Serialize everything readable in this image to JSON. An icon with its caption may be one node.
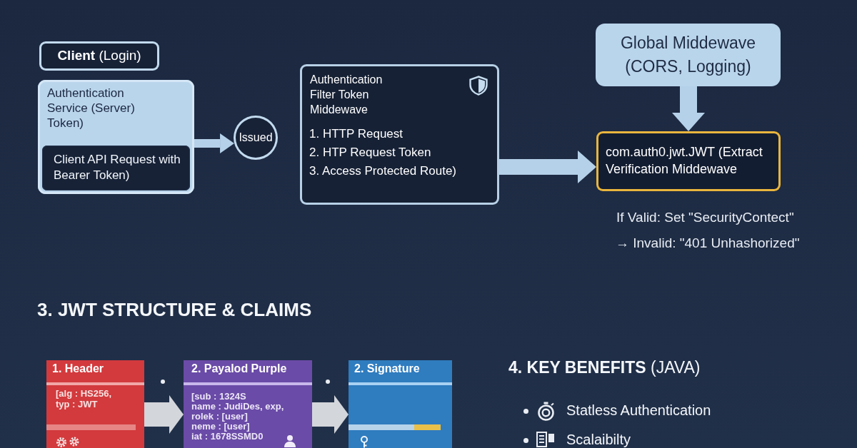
{
  "diagram": {
    "nodes": [
      {
        "text": [
          "**Client** (Login)"
        ]
      },
      {
        "text": [
          "Authentication Service (Server) Token)"
        ]
      },
      {
        "text": [
          "Client API Request with Bearer Token)"
        ],
        "in": 1
      },
      {
        "text": [
          "Issued"
        ]
      },
      {
        "text": [
          "Authentication Filter Token Middewave",
          "1. HTTP Request",
          "2. HTP Request Token",
          "3. Access Protected Route)"
        ]
      },
      {
        "text": [
          "Global Middewave (CORS, Logging)"
        ]
      },
      {
        "text": [
          "com.auth0.jwt.JWT (Extract Verification Middewave"
        ],
        "beside": [
          "If Valid: Set \"SecurityContect\"",
          "→ Invalid: \"401 Unhashorized\""
        ]
      },
      {
        "text": [
          "1. Header",
          "[alg : HS256,",
          "typ : JWT"
        ]
      },
      {
        "text": [
          "2. Payalod Purple",
          "[sub : 1324S",
          "name : JudiDes, exp,",
          "rolek : [user]",
          "neme : [user]",
          "iat : 1678SSMD0"
        ]
      },
      {
        "text": [
          "2. Signature"
        ]
      }
    ],
    "edges": [
      {
        "from": 1,
        "to": 3,
        "arrow": "to"
      },
      {
        "from": 4,
        "to": 6,
        "arrow": "to"
      },
      {
        "from": 5,
        "to": 6,
        "arrow": "to"
      },
      {
        "from": 7,
        "to": 8,
        "arrow": "to",
        "color": "#d3d6db"
      },
      {
        "from": 8,
        "to": 9,
        "arrow": "to",
        "color": "#d3d6db"
      }
    ],
    "labels": [
      "3. JWT STRUCTURE & CLAIMS",
      "**4. KEY BENEFITS** (JAVA)",
      "Statless Authentication",
      "Scalaibilty"
    ]
  }
}
